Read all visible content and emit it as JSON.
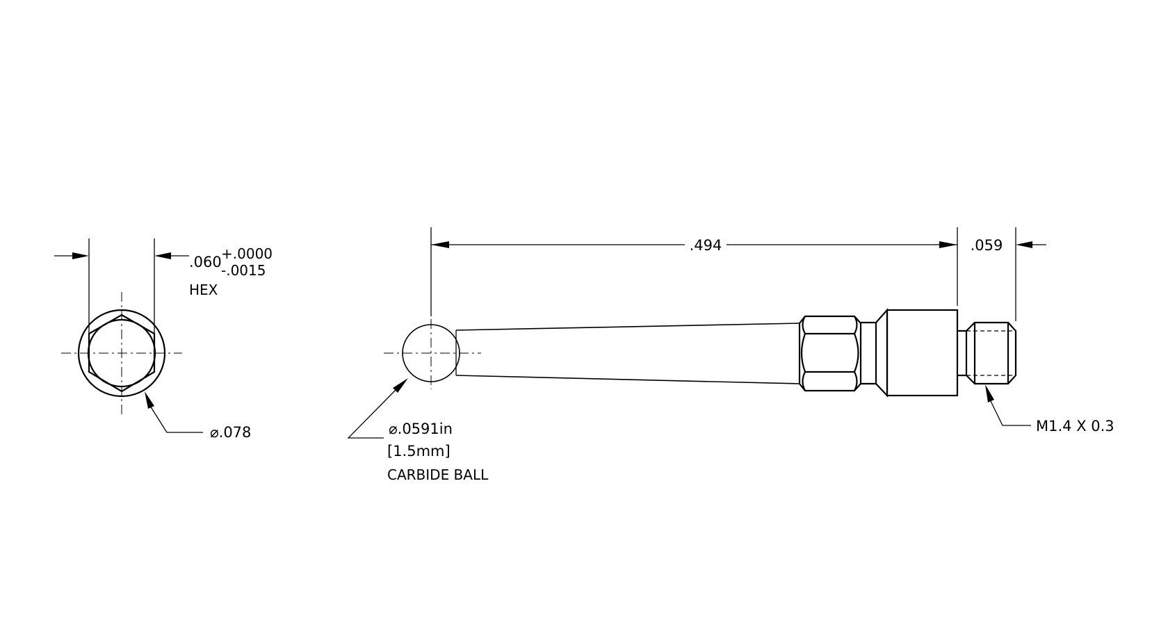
{
  "end_view": {
    "hex_dimension": ".060",
    "tolerance_upper": "+.0000",
    "tolerance_lower": "-.0015",
    "hex_label": "HEX",
    "diameter_label": "⌀.078"
  },
  "side_view": {
    "overall_length": ".494",
    "thread_length": ".059",
    "ball_diameter_in": "⌀.0591in",
    "ball_diameter_mm": "[1.5mm]",
    "ball_label": "CARBIDE BALL",
    "thread_callout": "M1.4 X 0.3"
  }
}
